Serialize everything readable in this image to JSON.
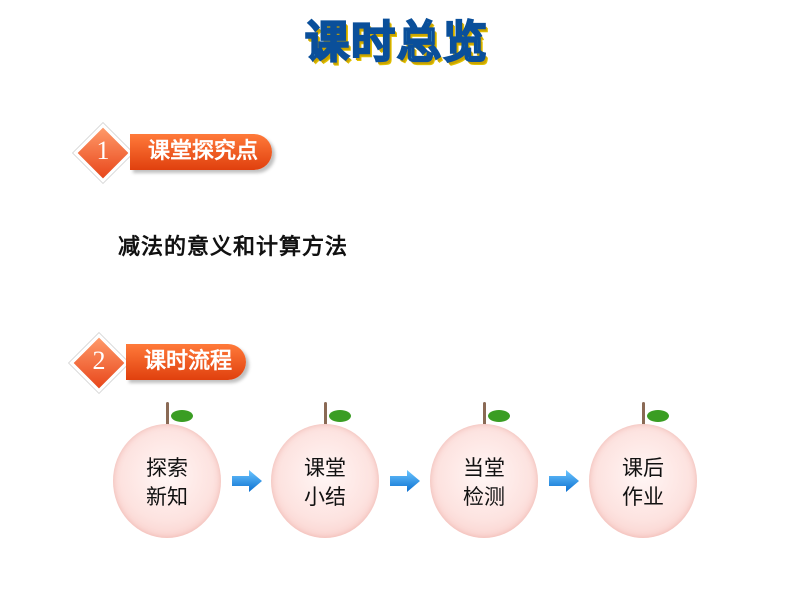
{
  "page": {
    "title": "课时总览"
  },
  "section1": {
    "number": "1",
    "label": "课堂探究点",
    "topic": "减法的意义和计算方法"
  },
  "section2": {
    "number": "2",
    "label": "课时流程"
  },
  "flow": [
    {
      "line1": "探索",
      "line2": "新知"
    },
    {
      "line1": "课堂",
      "line2": "小结"
    },
    {
      "line1": "当堂",
      "line2": "检测"
    },
    {
      "line1": "课后",
      "line2": "作业"
    }
  ],
  "colors": {
    "accent": "#e8461a",
    "arrow": "#1a8fe8",
    "leaf": "#3a9d23"
  }
}
